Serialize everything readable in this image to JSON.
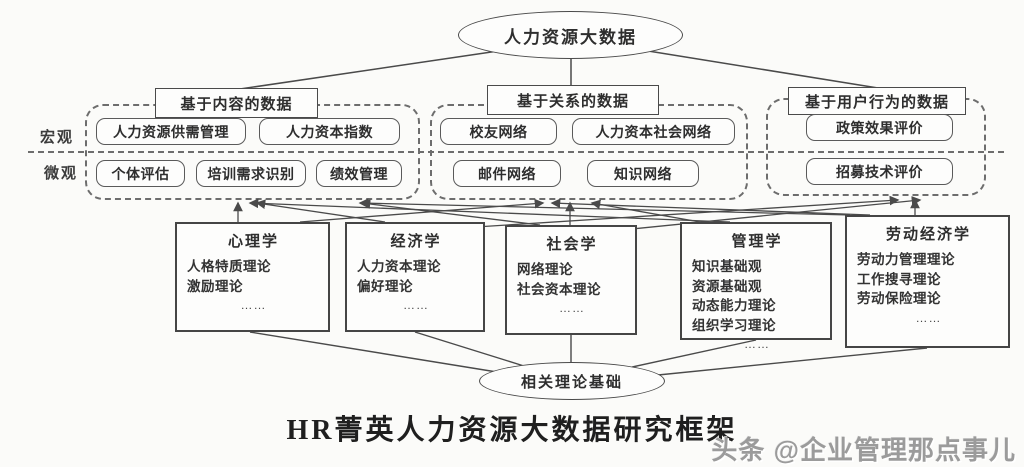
{
  "colors": {
    "line": "#4a4a4a",
    "dash": "#6d6d6d",
    "watermark": "#9b9b9b"
  },
  "top": {
    "label": "人力资源大数据"
  },
  "axis": {
    "macro": "宏观",
    "micro": "微观"
  },
  "categories": [
    {
      "header": "基于内容的数据",
      "macro_items": [
        "人力资源供需管理",
        "人力资本指数"
      ],
      "micro_items": [
        "个体评估",
        "培训需求识别",
        "绩效管理"
      ]
    },
    {
      "header": "基于关系的数据",
      "macro_items": [
        "校友网络",
        "人力资本社会网络"
      ],
      "micro_items": [
        "邮件网络",
        "知识网络"
      ]
    },
    {
      "header": "基于用户行为的数据",
      "macro_items": [
        "政策效果评价"
      ],
      "micro_items": [
        "招募技术评价"
      ]
    }
  ],
  "theories": [
    {
      "title": "心理学",
      "items": [
        "人格特质理论",
        "激励理论"
      ],
      "more": "……"
    },
    {
      "title": "经济学",
      "items": [
        "人力资本理论",
        "偏好理论"
      ],
      "more": "……"
    },
    {
      "title": "社会学",
      "items": [
        "网络理论",
        "社会资本理论"
      ],
      "more": "……"
    },
    {
      "title": "管理学",
      "items": [
        "知识基础观",
        "资源基础观",
        "动态能力理论",
        "组织学习理论"
      ],
      "more": "……"
    },
    {
      "title": "劳动经济学",
      "items": [
        "劳动力管理理论",
        "工作搜寻理论",
        "劳动保险理论"
      ],
      "more": "……"
    }
  ],
  "bottom": {
    "label": "相关理论基础"
  },
  "caption": "HR菁英人力资源大数据研究框架",
  "watermark": "头条 @企业管理那点事儿"
}
